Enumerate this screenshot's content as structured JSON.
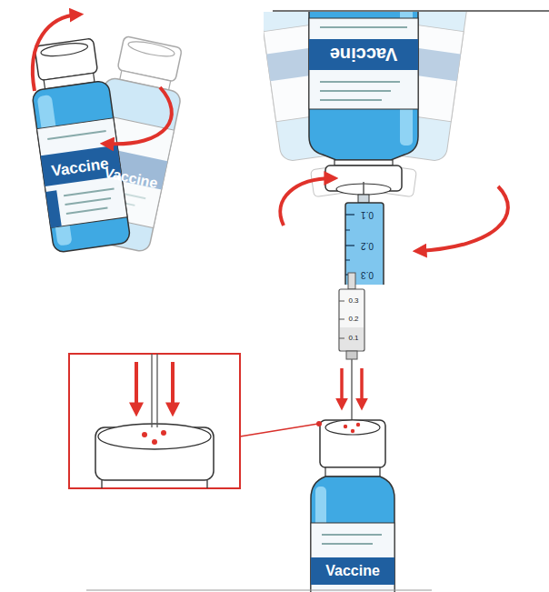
{
  "diagram": {
    "labels": [
      "Vaccine",
      "Vaccine",
      "Vaccine",
      "0.1",
      "0.2",
      "0.3",
      "0.3",
      "0.2",
      "0.1",
      "Vaccine"
    ]
  }
}
